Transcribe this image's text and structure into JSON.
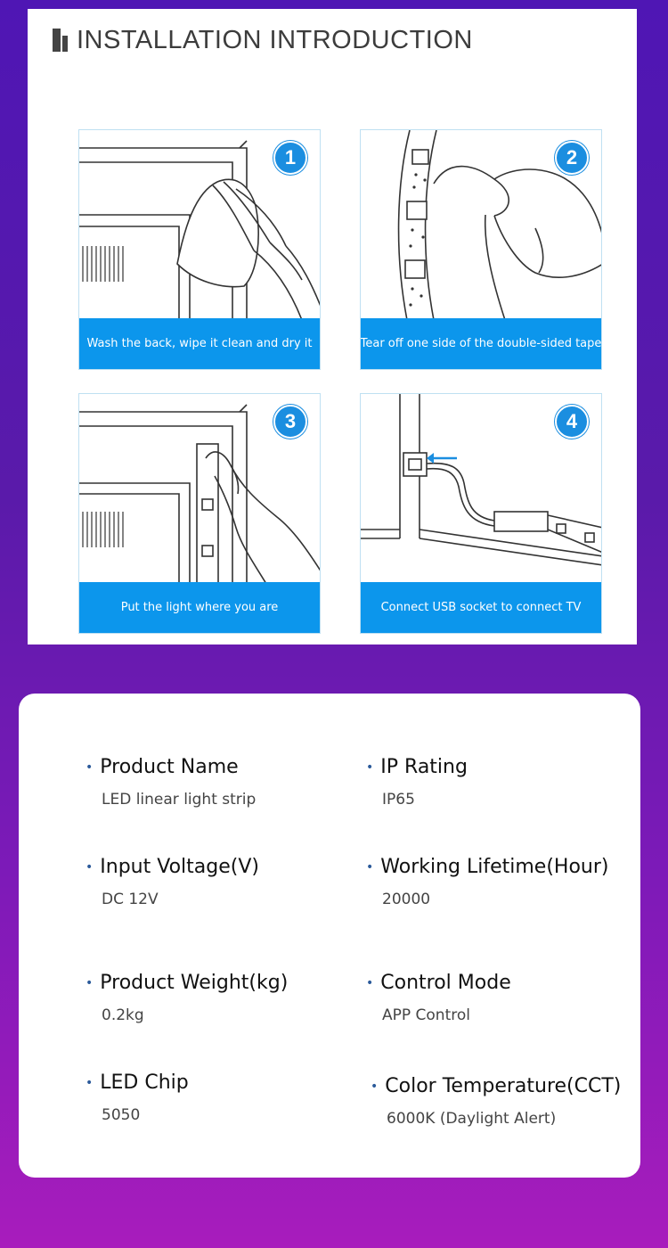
{
  "installation": {
    "title": "INSTALLATION INTRODUCTION",
    "steps": [
      {
        "number": "1",
        "caption": "Wash the back, wipe it clean and dry it",
        "icon": "wipe-hand-icon"
      },
      {
        "number": "2",
        "caption": "Tear off one side of the double-sided tape",
        "icon": "peel-tape-icon"
      },
      {
        "number": "3",
        "caption": "Put the light where you are",
        "icon": "press-strip-icon"
      },
      {
        "number": "4",
        "caption": "Connect USB socket to connect TV",
        "icon": "usb-connect-icon"
      }
    ]
  },
  "specs": [
    {
      "label": "Product Name",
      "value": "LED linear light strip"
    },
    {
      "label": "IP Rating",
      "value": "IP65"
    },
    {
      "label": "Input Voltage(V)",
      "value": "DC 12V"
    },
    {
      "label": "Working Lifetime(Hour)",
      "value": "20000"
    },
    {
      "label": "Product Weight(kg)",
      "value": "0.2kg"
    },
    {
      "label": "Control Mode",
      "value": "APP Control"
    },
    {
      "label": "LED Chip",
      "value": "5050"
    },
    {
      "label": "Color Temperature(CCT)",
      "value": "6000K (Daylight Alert)"
    }
  ],
  "colors": {
    "accent_blue": "#0c96ec",
    "number_badge": "#1b8ee0",
    "background_top": "#4f16b4",
    "background_bottom": "#a81cbc"
  }
}
